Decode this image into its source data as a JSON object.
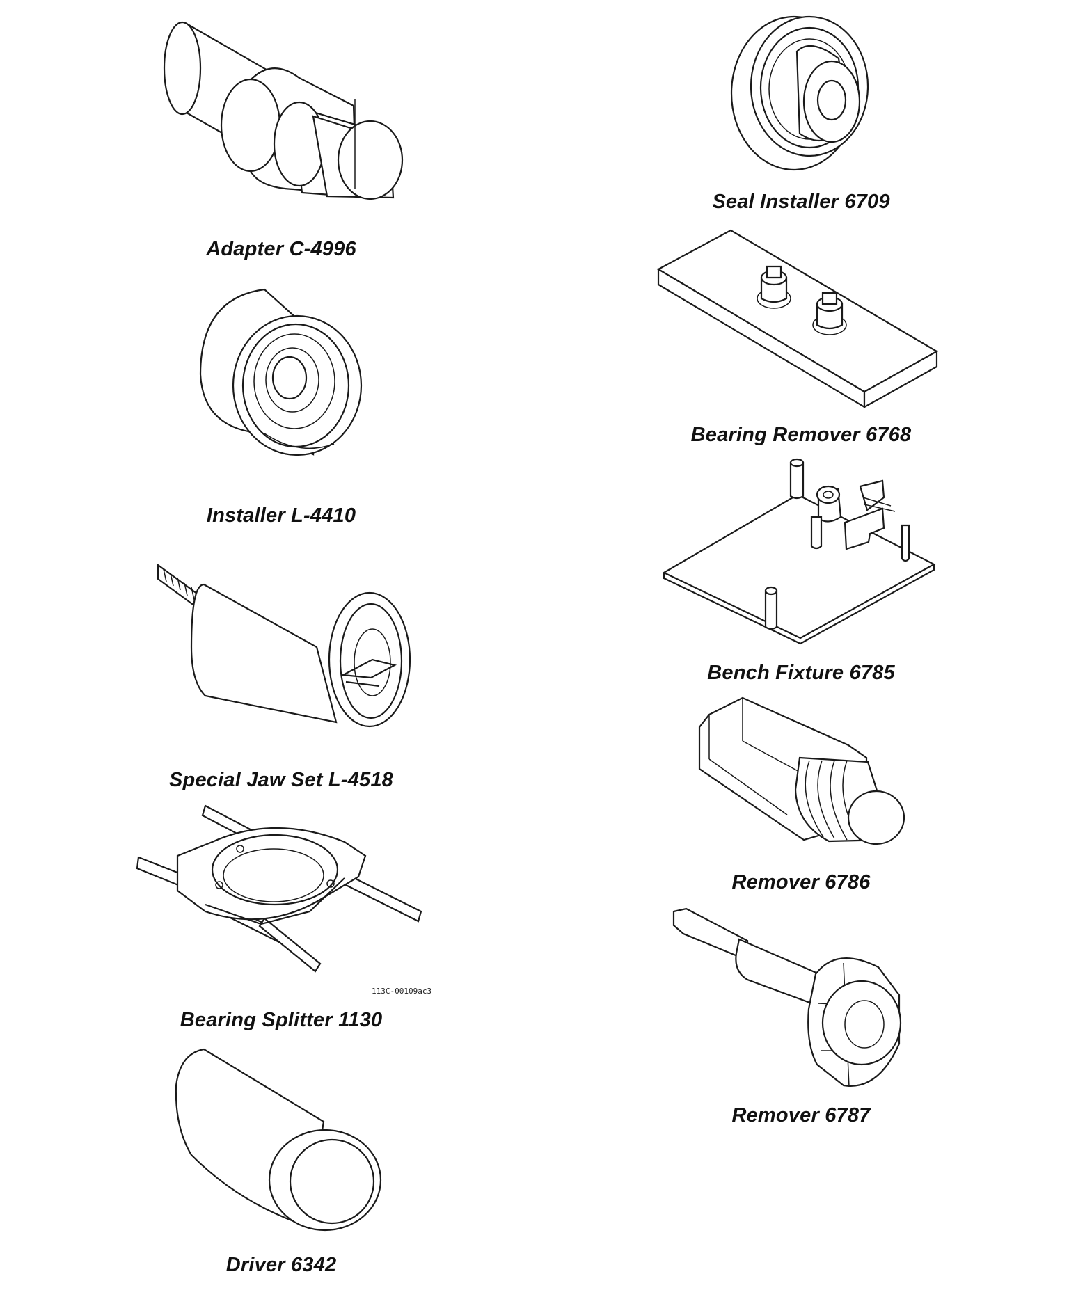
{
  "tools": [
    {
      "id": "adapter",
      "caption": "Adapter C-4996",
      "icon": "adapter-icon"
    },
    {
      "id": "installer",
      "caption": "Installer L-4410",
      "icon": "installer-icon"
    },
    {
      "id": "jaw-set",
      "caption": "Special Jaw Set L-4518",
      "icon": "jaw-set-icon"
    },
    {
      "id": "splitter",
      "caption": "Bearing Splitter 1130",
      "icon": "bearing-splitter-icon",
      "ref_code": "113C-00109ac3"
    },
    {
      "id": "driver",
      "caption": "Driver 6342",
      "icon": "driver-icon"
    },
    {
      "id": "seal-installer",
      "caption": "Seal Installer 6709",
      "icon": "seal-installer-icon"
    },
    {
      "id": "bearing-remover",
      "caption": "Bearing Remover 6768",
      "icon": "bearing-remover-icon"
    },
    {
      "id": "bench-fixture",
      "caption": "Bench Fixture 6785",
      "icon": "bench-fixture-icon"
    },
    {
      "id": "remover-6786",
      "caption": "Remover 6786",
      "icon": "remover-6786-icon"
    },
    {
      "id": "remover-6787",
      "caption": "Remover 6787",
      "icon": "remover-6787-icon"
    }
  ]
}
